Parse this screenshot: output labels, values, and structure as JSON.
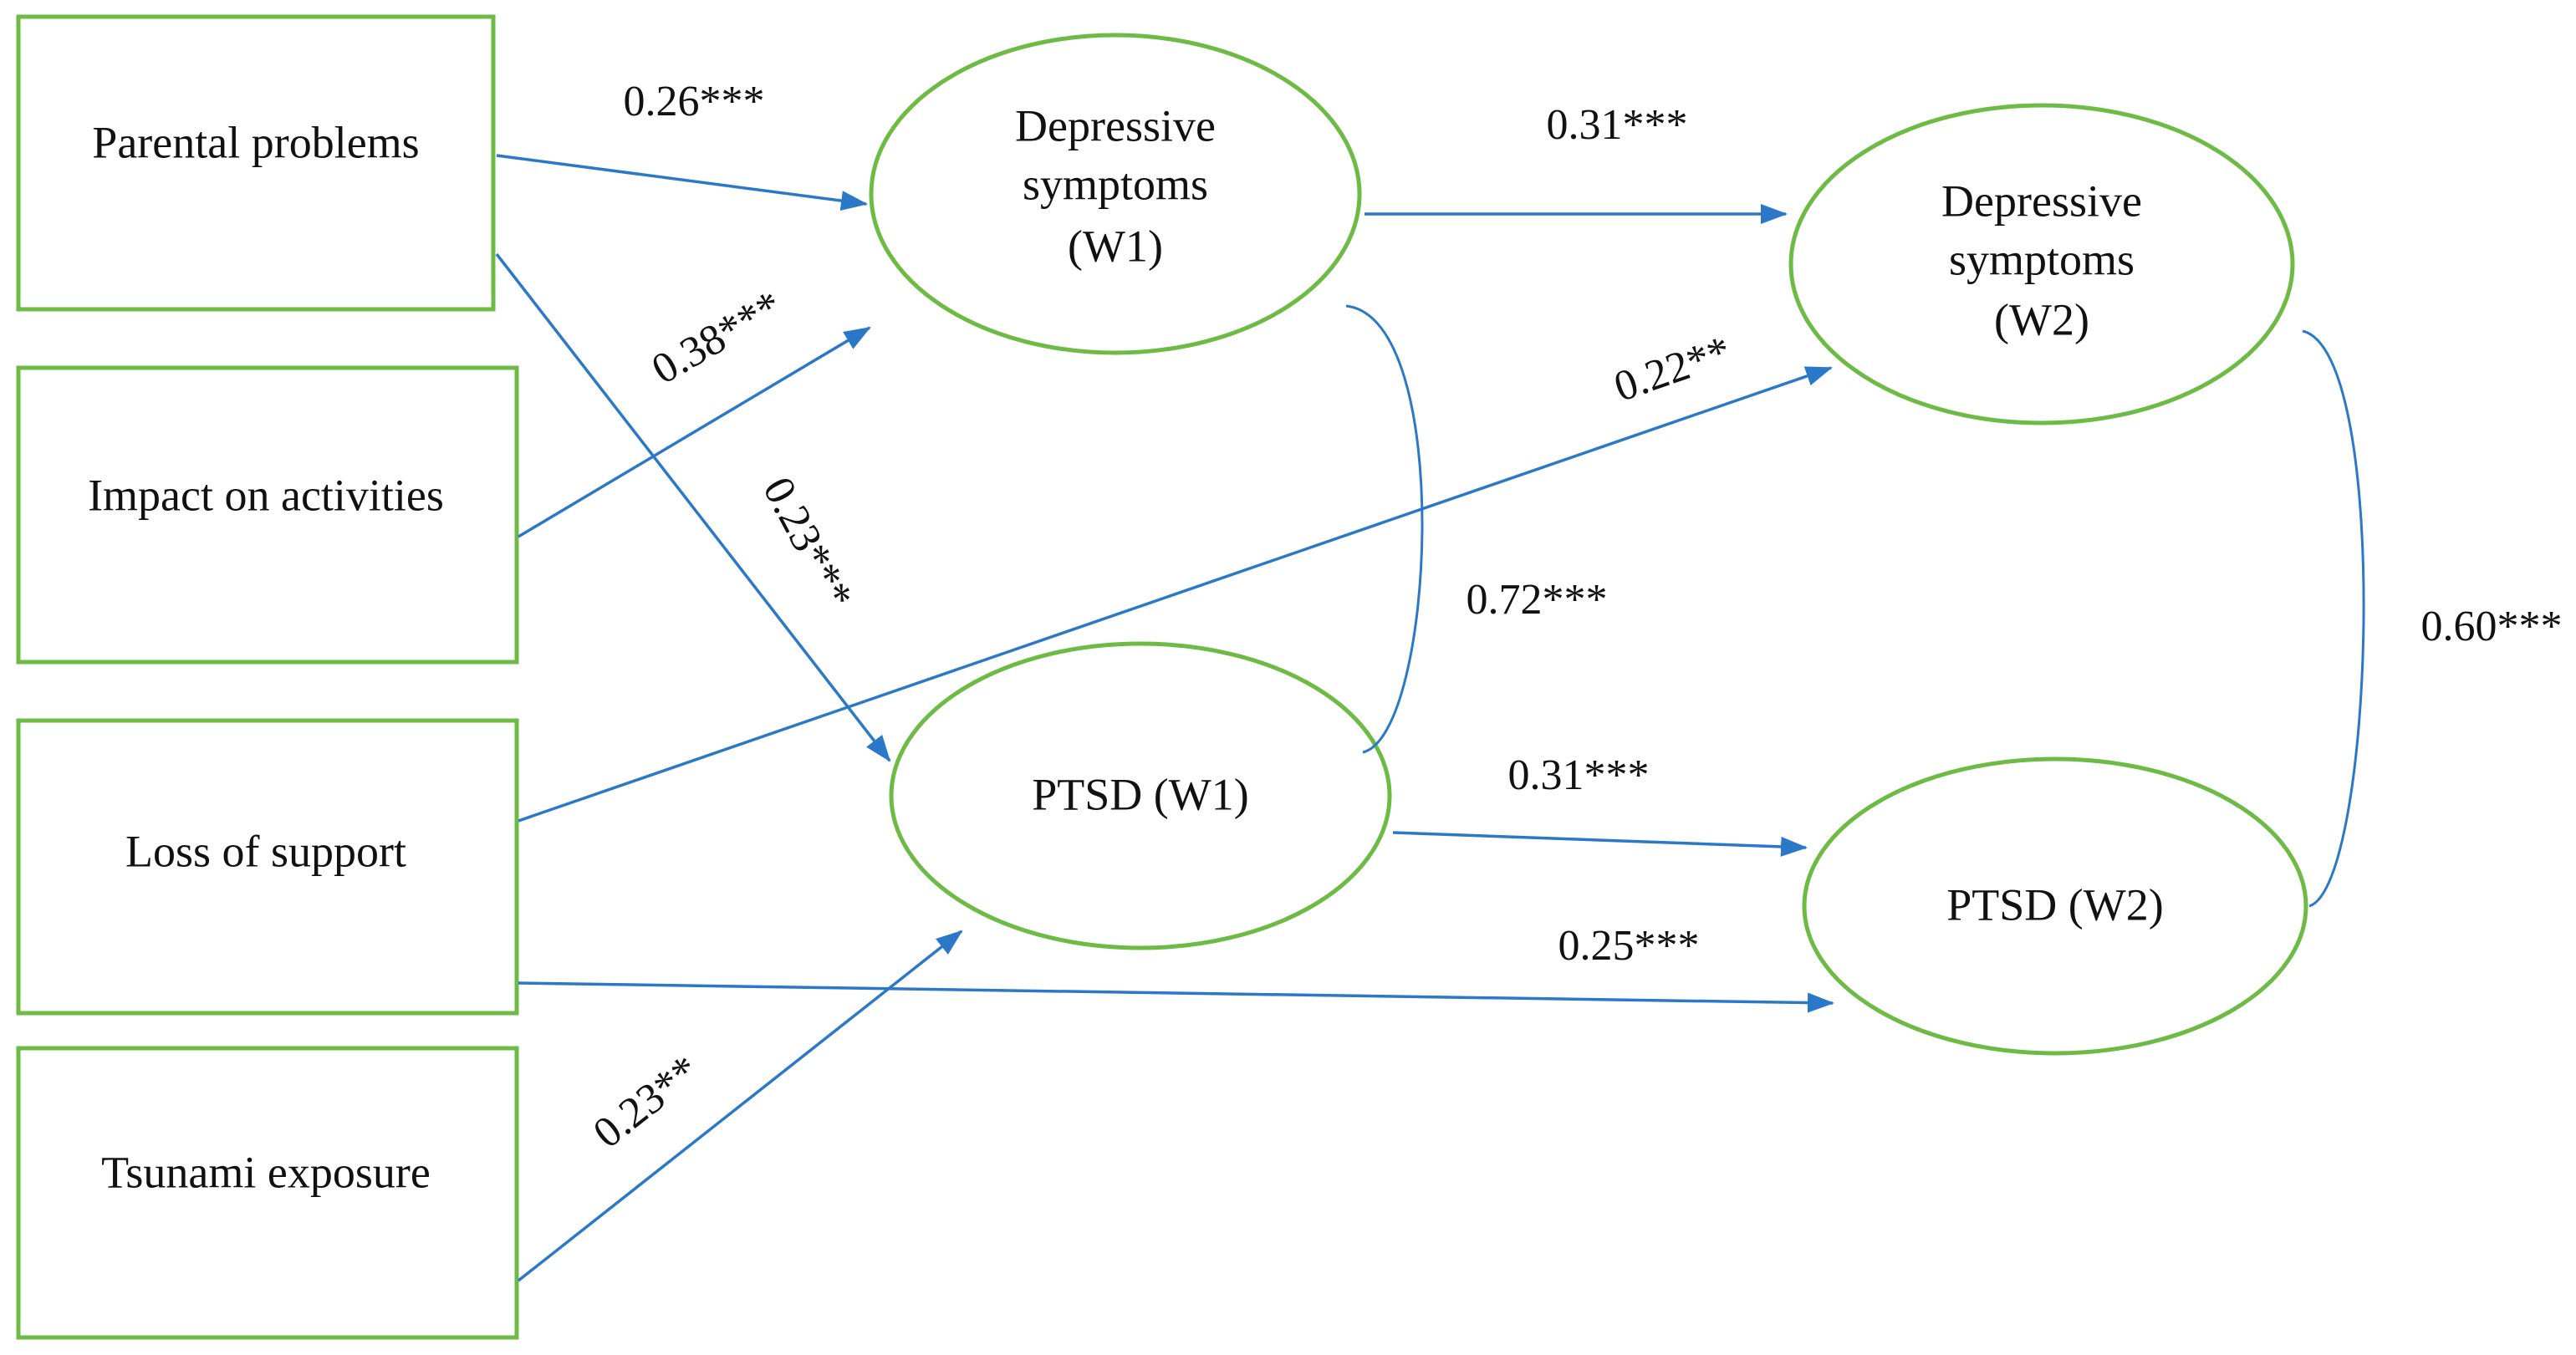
{
  "diagram": {
    "predictors": {
      "parental": "Parental problems",
      "activities": "Impact on activities",
      "support": "Loss of support",
      "tsunami": "Tsunami exposure"
    },
    "outcomes": {
      "dep_w1": [
        "Depressive",
        "symptoms",
        "(W1)"
      ],
      "dep_w2": [
        "Depressive",
        "symptoms",
        "(W2)"
      ],
      "ptsd_w1": "PTSD (W1)",
      "ptsd_w2": "PTSD (W2)"
    },
    "paths": {
      "parental_dep_w1": "0.26***",
      "activities_dep_w1": "0.38***",
      "parental_ptsd_w1": "0.23***",
      "support_dep_w2": "0.22**",
      "dep_w1_dep_w2": "0.31***",
      "ptsd_w1_ptsd_w2": "0.31***",
      "support_ptsd_w2": "0.25***",
      "tsunami_ptsd_w1": "0.23**",
      "corr_w1": "0.72***",
      "corr_w2": "0.60***"
    },
    "colors": {
      "node_stroke": "#6dbb45",
      "arrow": "#2b78c9"
    }
  }
}
